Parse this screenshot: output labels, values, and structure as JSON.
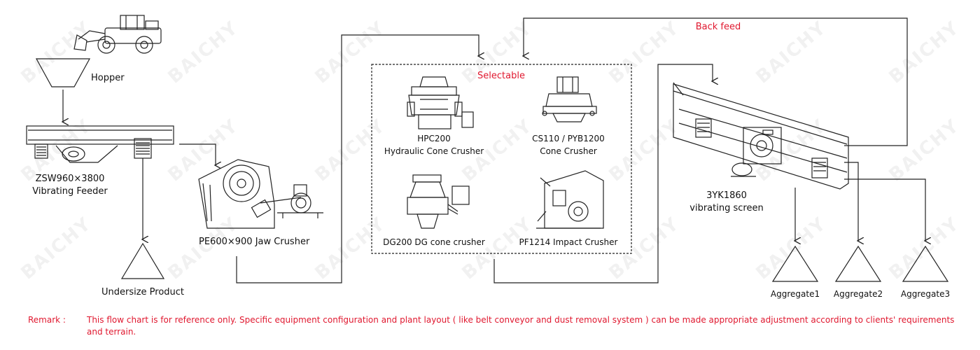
{
  "watermark": "BAICHY",
  "labels": {
    "hopper": "Hopper",
    "feeder_model": "ZSW960×3800",
    "feeder_name": "Vibrating Feeder",
    "undersize": "Undersize Product",
    "jaw": "PE600×900 Jaw Crusher",
    "selectable": "Selectable",
    "back_feed": "Back feed",
    "hpc_model": "HPC200",
    "hpc_name": "Hydraulic Cone Crusher",
    "cs_model": "CS110 / PYB1200",
    "cs_name": "Cone Crusher",
    "dg": "DG200 DG cone crusher",
    "pf": "PF1214 Impact Crusher",
    "screen_model": "3YK1860",
    "screen_name": "vibrating screen",
    "agg1": "Aggregate1",
    "agg2": "Aggregate2",
    "agg3": "Aggregate3"
  },
  "remark": {
    "label": "Remark :",
    "text": "This flow chart is for reference only. Specific equipment configuration and plant layout ( like belt conveyor and dust removal system ) can be made appropriate adjustment according to clients' requirements and terrain."
  },
  "colors": {
    "accent_red": "#e0182f",
    "line": "#222222"
  }
}
